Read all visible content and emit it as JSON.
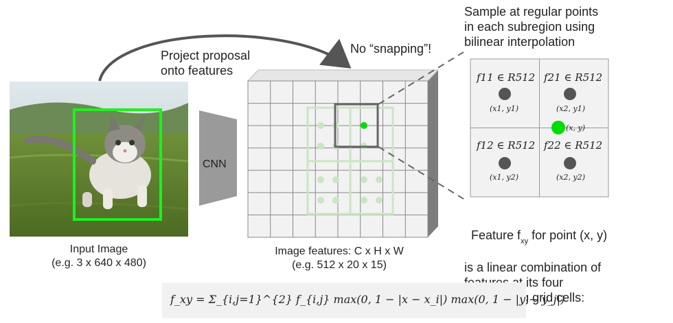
{
  "labels": {
    "project": "Project proposal\nonto features",
    "no_snapping": "No “snapping”!",
    "sample": "Sample at regular points\nin each subregion using\nbilinear interpolation",
    "cnn": "CNN",
    "input_image": "Input Image\n(e.g. 3 x 640 x 480)",
    "image_features": "Image features: C x H x W\n(e.g. 512 x 20 x 15)",
    "feature_desc_l1a": "Feature f",
    "feature_desc_sub": "xy",
    "feature_desc_l1b": " for point (x, y)",
    "feature_desc_rest": "is a linear combination of\nfeatures at its four\nneighboring grid cells:"
  },
  "cells": {
    "f11": "f11 ∈ R512",
    "f21": "f21 ∈ R512",
    "f12": "f12 ∈ R512",
    "f22": "f22 ∈ R512",
    "c11": "(x1, y1)",
    "c21": "(x2, y1)",
    "c12": "(x1, y2)",
    "c22": "(x2, y2)",
    "pt": "(x, y)"
  },
  "formula": "f_xy = Σ_{i,j=1}^{2} f_{i,j} max(0, 1 − |x − x_i|) max(0, 1 − |y − y_j|)",
  "colors": {
    "proposal_box": "#22ee22",
    "sample_point": "#00dd00",
    "grid_line": "#888888",
    "dot": "#555555",
    "faint_green": "#c9e6c3",
    "cnn_fill": "#9a9a9a"
  }
}
